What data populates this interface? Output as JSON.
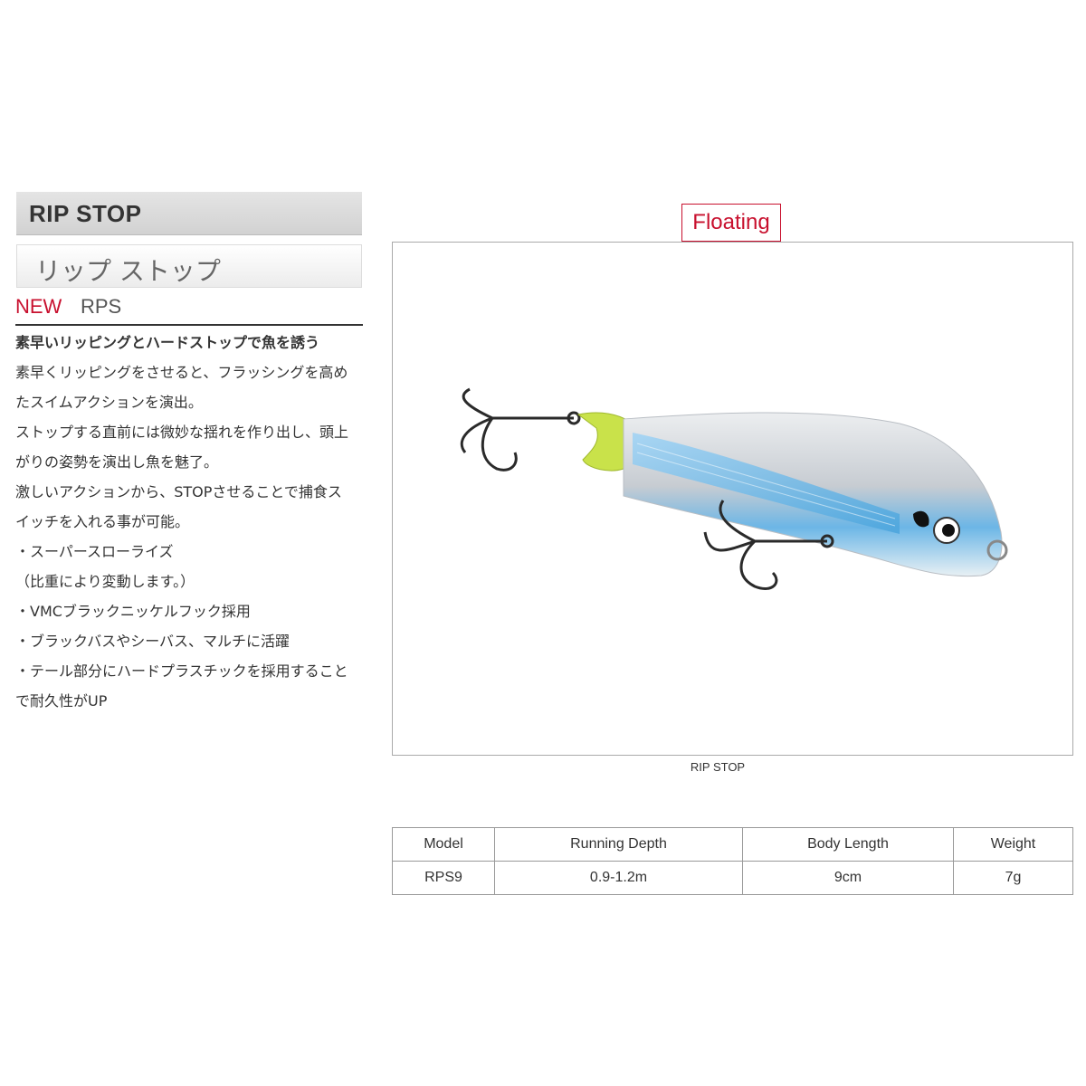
{
  "product": {
    "title": "RIP STOP",
    "subtitle": "リップ ストップ",
    "new_label": "NEW",
    "code": "RPS",
    "headline": "素早いリッピングとハードストップで魚を誘う",
    "description": [
      "素早くリッピングをさせると、フラッシングを高め",
      "たスイムアクションを演出。",
      "ストップする直前には微妙な揺れを作り出し、頭上",
      "がりの姿勢を演出し魚を魅了。",
      "激しいアクションから、STOPさせることで捕食ス",
      "イッチを入れる事が可能。",
      "・スーパースローライズ",
      "（比重により変動します。）",
      "・VMCブラックニッケルフック採用",
      "・ブラックバスやシーバス、マルチに活躍",
      "・テール部分にハードプラスチックを採用すること",
      "で耐久性がUP"
    ]
  },
  "image": {
    "floating_label": "Floating",
    "caption": "RIP STOP",
    "accent_color": "#c8102e",
    "lure_colors": {
      "back": "#d9dce0",
      "stripe": "#6cb6e6",
      "tail": "#c9e24a"
    }
  },
  "specs": {
    "headers": [
      "Model",
      "Running Depth",
      "Body Length",
      "Weight"
    ],
    "rows": [
      [
        "RPS9",
        "0.9-1.2m",
        "9cm",
        "7g"
      ]
    ]
  }
}
